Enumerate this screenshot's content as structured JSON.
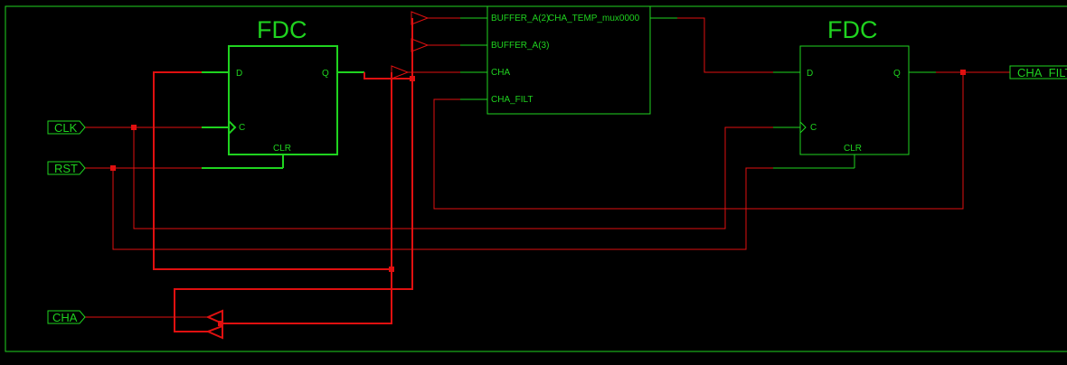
{
  "fdc1": {
    "title": "FDC",
    "pin_d": "D",
    "pin_q": "Q",
    "pin_c": "C",
    "pin_clr": "CLR"
  },
  "fdc2": {
    "title": "FDC",
    "pin_d": "D",
    "pin_q": "Q",
    "pin_c": "C",
    "pin_clr": "CLR"
  },
  "mux": {
    "pin_in1": "BUFFER_A(2)",
    "pin_out": "CHA_TEMP_mux0000",
    "pin_in2": "BUFFER_A(3)",
    "pin_in3": "CHA",
    "pin_in4": "CHA_FILT"
  },
  "ports": {
    "clk": "CLK",
    "rst": "RST",
    "cha": "CHA",
    "cha_filt": "CHA_FILT"
  },
  "colors": {
    "wire_selected": "#e01010",
    "wire_normal": "#1fd31f",
    "background": "#000000"
  }
}
